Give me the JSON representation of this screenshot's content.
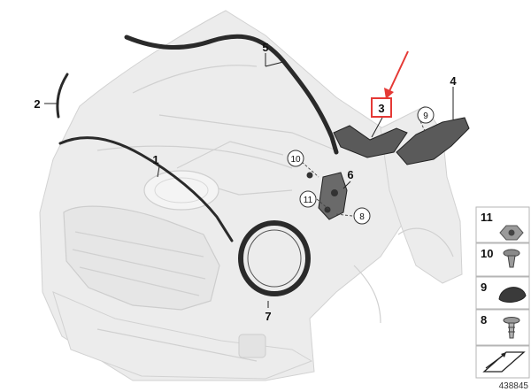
{
  "callouts": {
    "c1": "1",
    "c2": "2",
    "c3": "3",
    "c4": "4",
    "c5": "5",
    "c6": "6",
    "c7": "7",
    "c8": "8",
    "c9": "9",
    "c10": "10",
    "c11": "11"
  },
  "legend": {
    "items": [
      {
        "number": "11",
        "icon": "nut-icon"
      },
      {
        "number": "10",
        "icon": "expanding-rivet-icon"
      },
      {
        "number": "9",
        "icon": "cap-icon"
      },
      {
        "number": "8",
        "icon": "push-clip-icon"
      }
    ],
    "footer_icon": "arrow-sheet-icon"
  },
  "document_id": "438845",
  "colors": {
    "highlight": "#e53935",
    "part": "#2a2a2a",
    "body": "#ececec"
  }
}
